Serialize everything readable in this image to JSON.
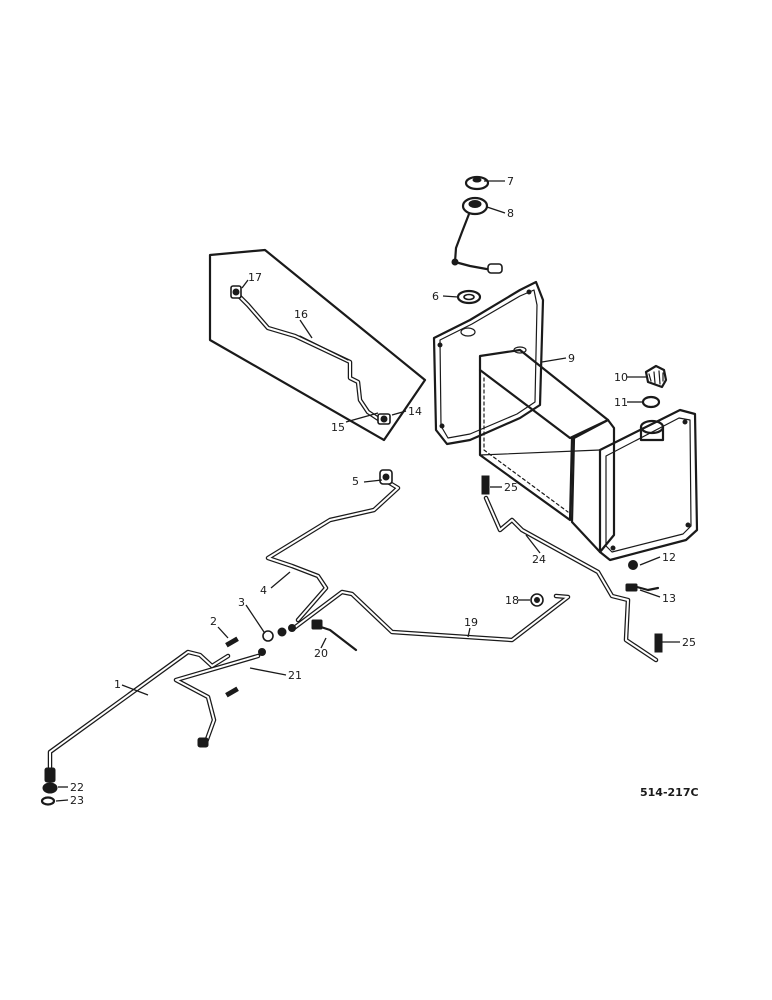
{
  "drawing": {
    "drawing_number": "514-217C",
    "callouts": [
      {
        "id": "c1",
        "label": "1"
      },
      {
        "id": "c2",
        "label": "2"
      },
      {
        "id": "c3",
        "label": "3"
      },
      {
        "id": "c4",
        "label": "4"
      },
      {
        "id": "c5",
        "label": "5"
      },
      {
        "id": "c6",
        "label": "6"
      },
      {
        "id": "c7",
        "label": "7"
      },
      {
        "id": "c8",
        "label": "8"
      },
      {
        "id": "c9",
        "label": "9"
      },
      {
        "id": "c10",
        "label": "10"
      },
      {
        "id": "c11",
        "label": "11"
      },
      {
        "id": "c12",
        "label": "12"
      },
      {
        "id": "c13",
        "label": "13"
      },
      {
        "id": "c14",
        "label": "14"
      },
      {
        "id": "c15",
        "label": "15"
      },
      {
        "id": "c16",
        "label": "16"
      },
      {
        "id": "c17",
        "label": "17"
      },
      {
        "id": "c18",
        "label": "18"
      },
      {
        "id": "c19",
        "label": "19"
      },
      {
        "id": "c20",
        "label": "20"
      },
      {
        "id": "c21",
        "label": "21"
      },
      {
        "id": "c22",
        "label": "22"
      },
      {
        "id": "c23",
        "label": "23"
      },
      {
        "id": "c24",
        "label": "24"
      },
      {
        "id": "c25a",
        "label": "25"
      },
      {
        "id": "c25b",
        "label": "25"
      }
    ]
  }
}
